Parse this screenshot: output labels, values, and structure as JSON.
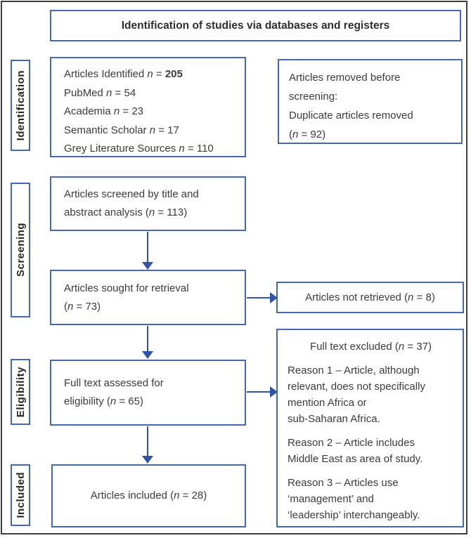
{
  "colors": {
    "box_border": "#4468b1",
    "arrow": "#3053a4",
    "outer_border": "#3f3f3f",
    "text": "#3b3b3b"
  },
  "header": {
    "title": "Identification of studies via databases and registers"
  },
  "stages": {
    "identification_label": "Identification",
    "screening_label": "Screening",
    "eligibility_label": "Eligibility",
    "included_label": "Included"
  },
  "identification": {
    "articles_identified_box": {
      "lines": [
        "Articles Identified *n* = **205**",
        "PubMed *n* = 54",
        "Academia *n* = 23",
        "Semantic Scholar *n* = 17",
        "Grey Literature Sources *n* = 110"
      ]
    },
    "removed_box": {
      "text": "Articles removed before\nscreening:\nDuplicate articles removed\n(*n* = 92)"
    }
  },
  "screening": {
    "screened_box": "Articles screened by title and\nabstract analysis (*n* = 113)",
    "sought_box": "Articles sought for retrieval\n(*n* = 73)",
    "not_retrieved_box": "Articles not retrieved (*n* = 8)"
  },
  "eligibility": {
    "assessed_box": "Full text assessed for\neligibility (*n* = 65)",
    "excluded_box": {
      "title": "Full text excluded (*n* = 37)",
      "reasons": [
        "Reason 1 – Article, although\nrelevant, does not specifically\nmention Africa or\nsub-Saharan Africa.",
        "Reason 2 – Article includes\nMiddle East as area of study.",
        "Reason 3 – Articles use\n‘management’ and\n‘leadership’ interchangeably."
      ]
    }
  },
  "included": {
    "included_box": "Articles included (*n* = 28)"
  }
}
